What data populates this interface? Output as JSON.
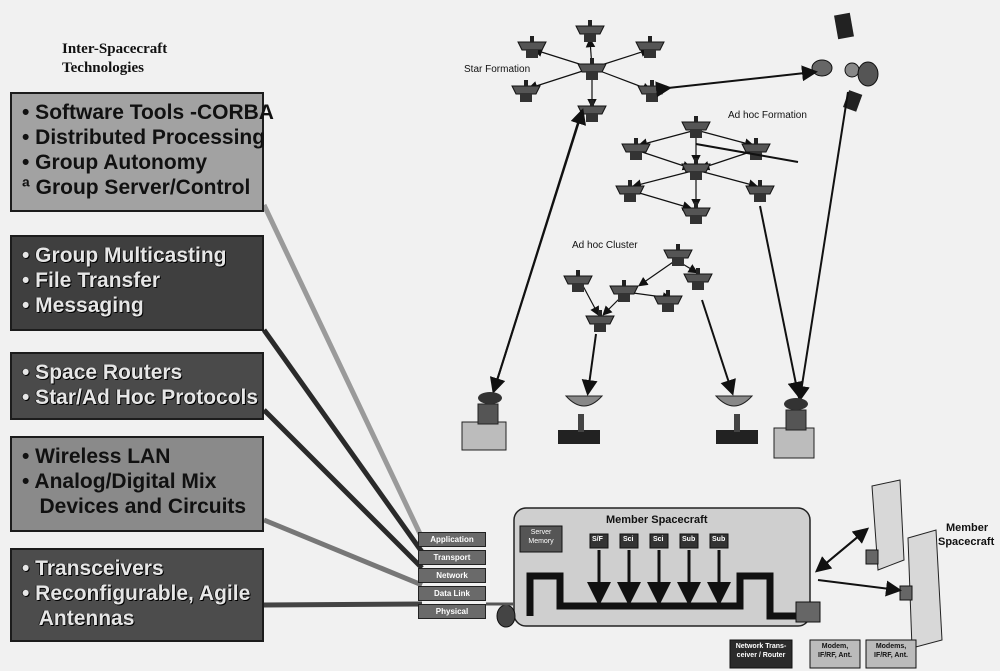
{
  "header": {
    "line1": "Inter-Spacecraft",
    "line2": "Technologies"
  },
  "boxes": [
    {
      "lines": [
        "• Software Tools -CORBA",
        "• Distributed Processing",
        "• Group Autonomy",
        "ª Group Server/Control"
      ]
    },
    {
      "lines": [
        "• Group Multicasting",
        "• File Transfer",
        "• Messaging"
      ]
    },
    {
      "lines": [
        "• Space Routers",
        "• Star/Ad Hoc Protocols"
      ]
    },
    {
      "lines": [
        "• Wireless LAN",
        "• Analog/Digital Mix",
        "   Devices and Circuits"
      ]
    },
    {
      "lines": [
        "• Transceivers",
        "• Reconfigurable, Agile",
        "   Antennas"
      ]
    }
  ],
  "layers": [
    "Application",
    "Transport",
    "Network",
    "Data Link",
    "Physical"
  ],
  "formations": {
    "star": "Star Formation",
    "adhoc": "Ad hoc Formation",
    "cluster": "Ad hoc Cluster"
  },
  "member": {
    "title": "Member Spacecraft",
    "server": "Server Memory",
    "units": [
      "S/F",
      "Sci",
      "Sci",
      "Sub",
      "Sub"
    ],
    "right_label_1": "Member",
    "right_label_2": "Spacecraft",
    "bottom": [
      "Network Trans-ceiver / Router",
      "Modem, IF/RF, Ant.",
      "Modems, IF/RF, Ant."
    ]
  },
  "colors": {
    "box1": "#9a9a9a",
    "box2": "#3f3f3f",
    "box3": "#4a4a4a",
    "box4": "#7a7a7a",
    "box5": "#4c4c4c"
  }
}
